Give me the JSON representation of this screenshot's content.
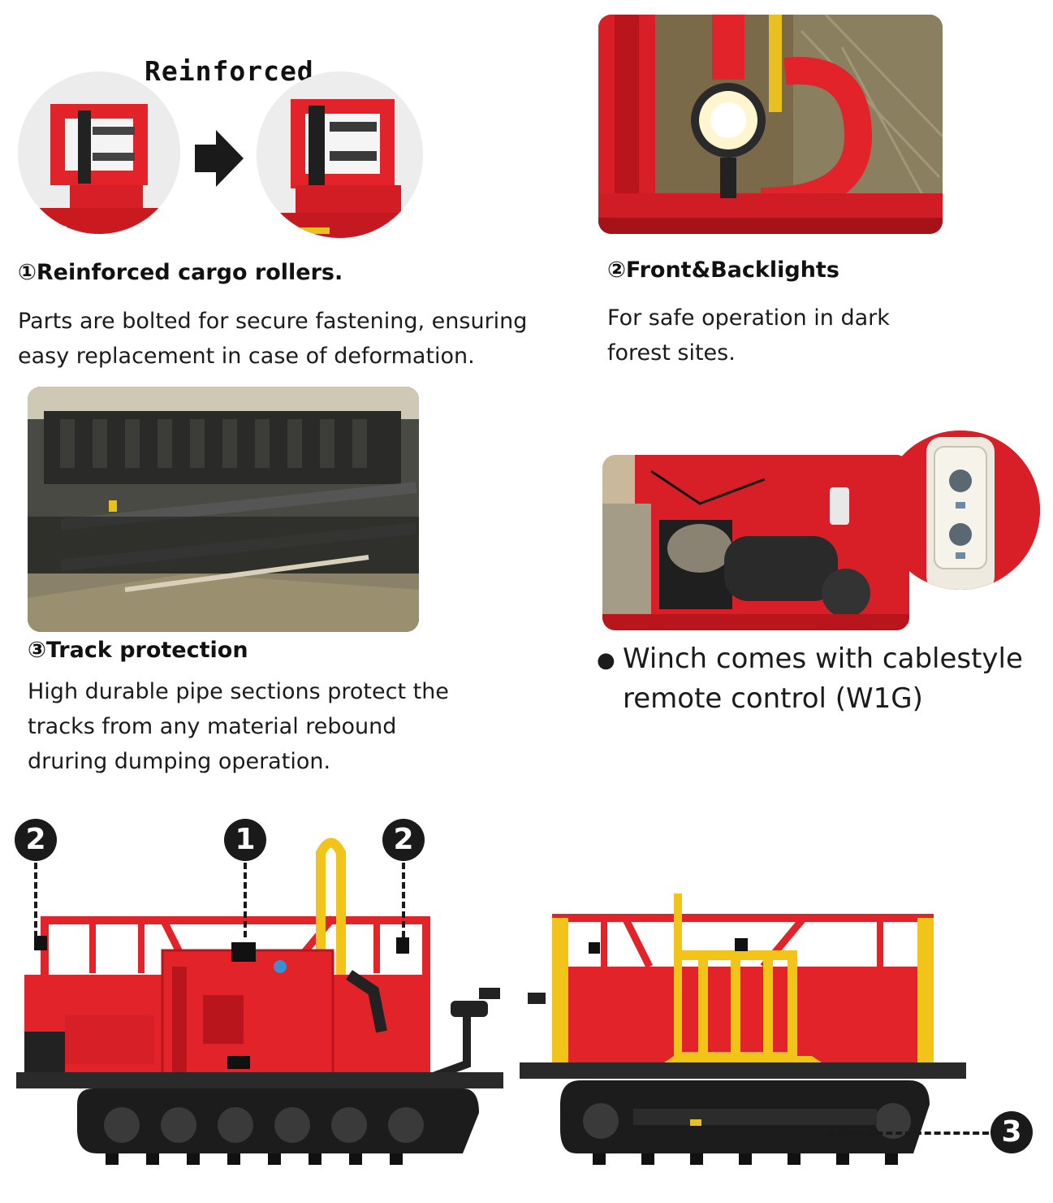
{
  "sections": {
    "rollers": {
      "badge_text": "Reinforced",
      "title": "①Reinforced cargo  rollers.",
      "body_line1": "Parts are bolted for secure fastening, ensuring",
      "body_line2": "easy replacement in case of deformation."
    },
    "lights": {
      "title": "②Front&Backlights",
      "body_line1": "For safe operation in dark",
      "body_line2": "forest sites."
    },
    "track": {
      "title": "③Track protection",
      "body_line1": "High durable pipe sections protect the",
      "body_line2": "tracks from any material rebound",
      "body_line3": "druring dumping operation."
    },
    "winch": {
      "bullet": "●",
      "line1": "Winch comes with cablestyle",
      "line2": "remote control (W1G)"
    }
  },
  "markers": {
    "m2_left": "2",
    "m1": "1",
    "m2_right": "2",
    "m3": "3"
  },
  "colors": {
    "machine_red": "#e3232a",
    "dark_red": "#b8151c",
    "rail_yellow": "#f2c318",
    "track_black": "#1c1c1c"
  }
}
